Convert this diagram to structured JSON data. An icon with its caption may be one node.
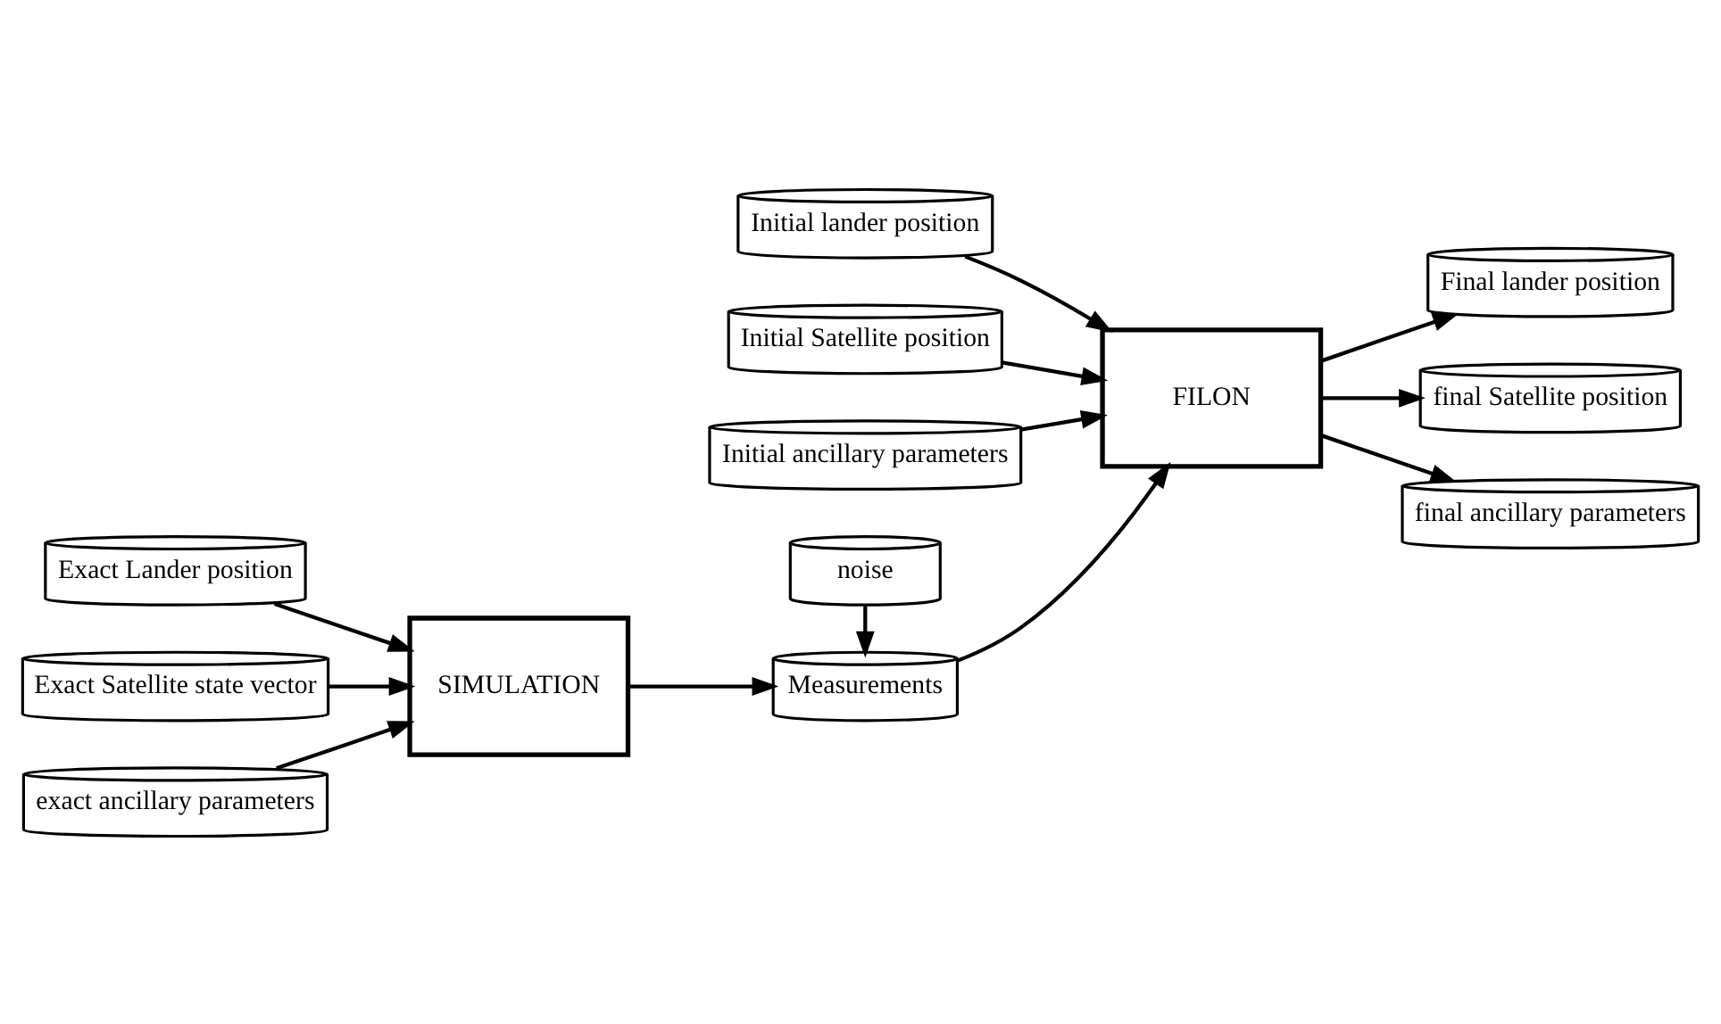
{
  "diagram": {
    "nodes": [
      {
        "text": [
          "Exact Lander position"
        ]
      },
      {
        "text": [
          "Exact Satellite state vector"
        ]
      },
      {
        "text": [
          "exact ancillary parameters"
        ]
      },
      {
        "text": [
          "SIMULATION"
        ]
      },
      {
        "text": [
          "noise"
        ]
      },
      {
        "text": [
          "Measurements"
        ]
      },
      {
        "text": [
          "Initial lander position"
        ]
      },
      {
        "text": [
          "Initial Satellite position"
        ]
      },
      {
        "text": [
          "Initial ancillary parameters"
        ]
      },
      {
        "text": [
          "FILON"
        ]
      },
      {
        "text": [
          "Final lander position"
        ]
      },
      {
        "text": [
          "final Satellite position"
        ]
      },
      {
        "text": [
          "final ancillary parameters"
        ]
      }
    ],
    "edges": [
      {
        "from": 0,
        "to": 3,
        "arrow": "to"
      },
      {
        "from": 1,
        "to": 3,
        "arrow": "to"
      },
      {
        "from": 2,
        "to": 3,
        "arrow": "to"
      },
      {
        "from": 4,
        "to": 5,
        "arrow": "to"
      },
      {
        "from": 3,
        "to": 5,
        "arrow": "to"
      },
      {
        "from": 5,
        "to": 9,
        "arrow": "to"
      },
      {
        "from": 6,
        "to": 9,
        "arrow": "to"
      },
      {
        "from": 7,
        "to": 9,
        "arrow": "to"
      },
      {
        "from": 8,
        "to": 9,
        "arrow": "to"
      },
      {
        "from": 9,
        "to": 10,
        "arrow": "to"
      },
      {
        "from": 9,
        "to": 11,
        "arrow": "to"
      },
      {
        "from": 9,
        "to": 12,
        "arrow": "to"
      }
    ]
  }
}
